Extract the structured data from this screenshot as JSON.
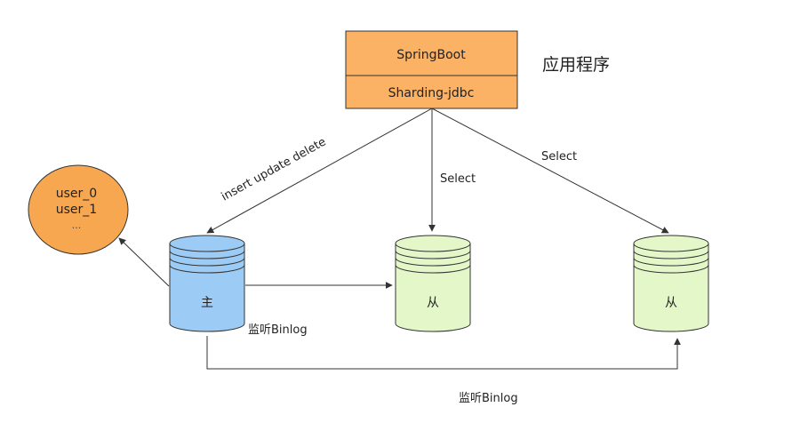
{
  "app": {
    "layer_top_label": "SpringBoot",
    "layer_bottom_label": "Sharding-jdbc",
    "caption": "应用程序"
  },
  "tables": {
    "line1": "user_0",
    "line2": "user_1",
    "line3": "..."
  },
  "databases": {
    "master_label": "主",
    "slave_label": "从"
  },
  "edges": {
    "write_label": "insert  update  delete",
    "select_label": "Select",
    "binlog_label": "监听Binlog"
  },
  "colors": {
    "app_box": "#fbb265",
    "tables_circle": "#f7a74f",
    "master_db": "#9ccbf5",
    "slave_db": "#e3f7c9",
    "edge": "#333333"
  }
}
